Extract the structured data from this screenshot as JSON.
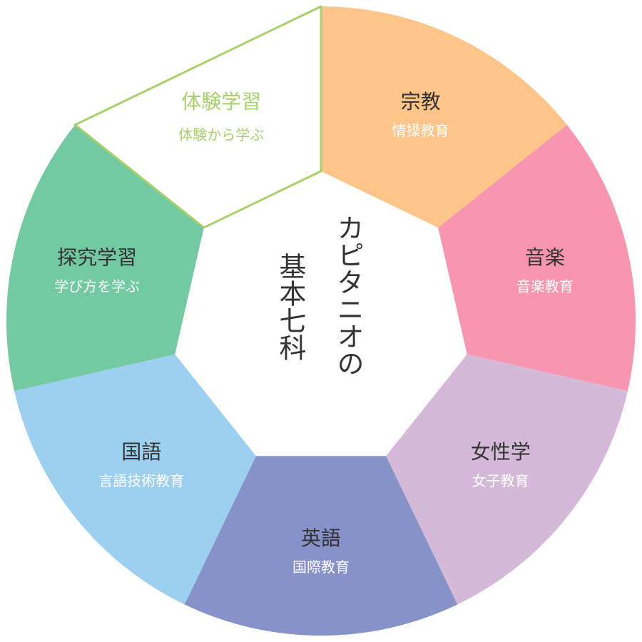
{
  "center": {
    "line1": "カピタニオの",
    "line2": "基本七科"
  },
  "segments": [
    {
      "id": "religion",
      "title": "宗教",
      "subtitle": "情操教育",
      "color": "#fec58a",
      "title_color": "#333333",
      "subtitle_color": "#ffffff"
    },
    {
      "id": "music",
      "title": "音楽",
      "subtitle": "音楽教育",
      "color": "#f896b0",
      "title_color": "#333333",
      "subtitle_color": "#ffffff"
    },
    {
      "id": "women",
      "title": "女性学",
      "subtitle": "女子教育",
      "color": "#d5b9d9",
      "title_color": "#333333",
      "subtitle_color": "#ffffff"
    },
    {
      "id": "english",
      "title": "英語",
      "subtitle": "国際教育",
      "color": "#8792c8",
      "title_color": "#333333",
      "subtitle_color": "#ffffff"
    },
    {
      "id": "japanese",
      "title": "国語",
      "subtitle": "言語技術教育",
      "color": "#9ccff0",
      "title_color": "#333333",
      "subtitle_color": "#ffffff"
    },
    {
      "id": "inquiry",
      "title": "探究学習",
      "subtitle": "学び方を学ぶ",
      "color": "#72c9a2",
      "title_color": "#333333",
      "subtitle_color": "#ffffff"
    },
    {
      "id": "experience",
      "title": "体験学習",
      "subtitle": "体験から学ぶ",
      "color": "#ffffff",
      "title_color": "#a8d06c",
      "subtitle_color": "#a8d06c",
      "outline": "#a8d06c"
    }
  ]
}
